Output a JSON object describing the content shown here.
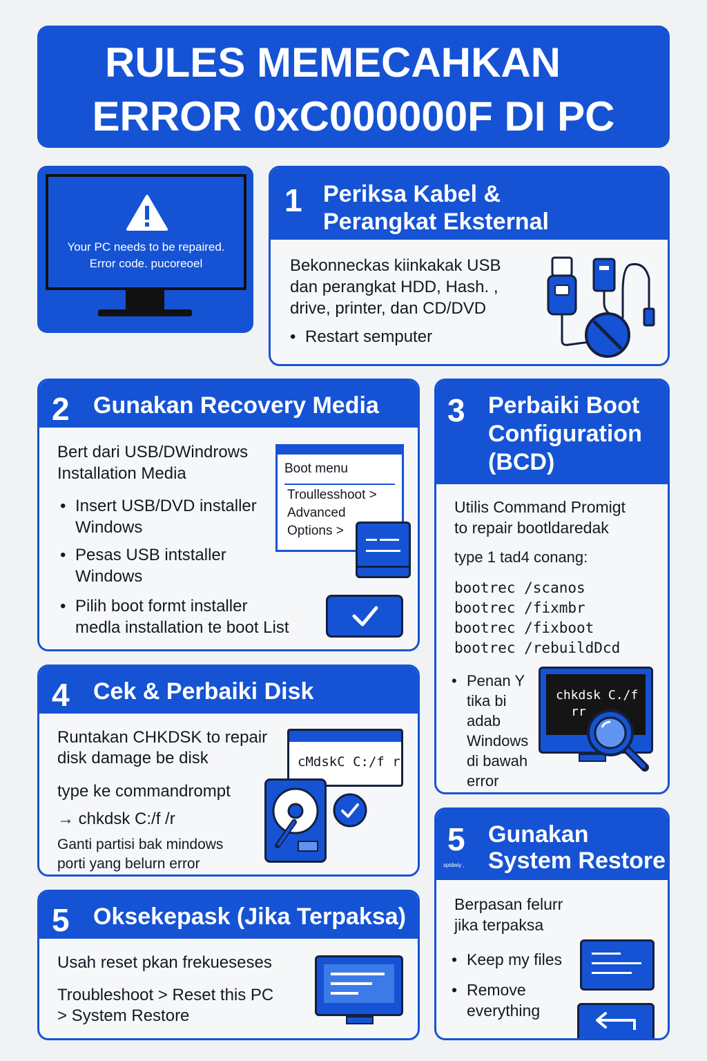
{
  "header": {
    "line1": "RULES MEMECAHKAN",
    "line2": "ERROR 0xC000000F DI PC"
  },
  "monitor": {
    "line1": "Your PC needs to be repaired.",
    "line2": "Error code. pucoreoel"
  },
  "step1": {
    "number": "1",
    "title1": "Periksa Kabel &",
    "title2": "Perangkat Eksternal",
    "body": [
      "Bekonneckas kiinkakak USB",
      "dan perangkat HDD, Hash. ,",
      "drive, printer, dan CD/DVD"
    ],
    "bullet": "Restart semputer"
  },
  "step2": {
    "number": "2",
    "title": "Gunakan Recovery Media",
    "intro": [
      "Bert dari USB/DWindrows",
      "Installation Media"
    ],
    "bullets": [
      [
        "Insert USB/DVD installer",
        "Windows"
      ],
      [
        "Pesas USB intstaller",
        "Windows"
      ],
      [
        "Pilih boot formt installer",
        "medla installation te boot List"
      ]
    ],
    "boot_menu": {
      "title": "Boot menu",
      "line1": "Troullesshoot >",
      "line2": "Advanced",
      "line3": "Options >"
    }
  },
  "step3": {
    "number": "3",
    "title1": "Perbaiki Boot",
    "title2": "Configuration",
    "title3": "(BCD)",
    "intro": [
      "Utilis Command Promigt",
      "to repair bootldaredak"
    ],
    "type_line": "type 1 tad4 conang:",
    "commands": [
      "bootrec /scanos",
      "bootrec /fixmbr",
      "bootrec /fixboot",
      "bootrec /rebuildDcd"
    ],
    "note": [
      "Penan Y",
      "tika bi",
      "adab",
      "Windows",
      "di bawah",
      "error"
    ],
    "screen_text1": "chkdsk C./f",
    "screen_text2": "rr"
  },
  "step4": {
    "number": "4",
    "title": "Cek & Perbaiki Disk",
    "body": [
      "Runtakan CHKDSK to repair",
      "disk damage be disk"
    ],
    "type_line": "type ke commandrompt",
    "command": "→ chkdsk C:/f /r",
    "footer": [
      "Ganti partisi bak mindows",
      "porti yang belurn error"
    ],
    "window_text": "cMdskC C:/f r"
  },
  "step5a": {
    "number": "5",
    "title": "Oksekepask (Jika Terpaksa)",
    "body": "Usah reset pkan frekueseses",
    "path": [
      "Troubleshoot > Reset this PC",
      "> System Restore"
    ]
  },
  "step5b": {
    "number": "5",
    "tiny": "spidwiy ,",
    "title1": "Gunakan",
    "title2": "System Restore",
    "intro": [
      "Berpasan felurr",
      "jika terpaksa"
    ],
    "bullets": [
      [
        "Keep my files"
      ],
      [
        "Remove",
        "everything"
      ]
    ]
  },
  "icons": {
    "warning": "warning-triangle-icon",
    "usb": "usb-drive-icon",
    "no": "prohibited-icon",
    "check": "checkmark-icon",
    "magnifier": "magnifier-icon",
    "disk": "hard-disk-icon",
    "undo": "return-arrow-icon"
  },
  "colors": {
    "primary": "#1553d4",
    "background": "#f1f2f4",
    "text": "#151823"
  }
}
